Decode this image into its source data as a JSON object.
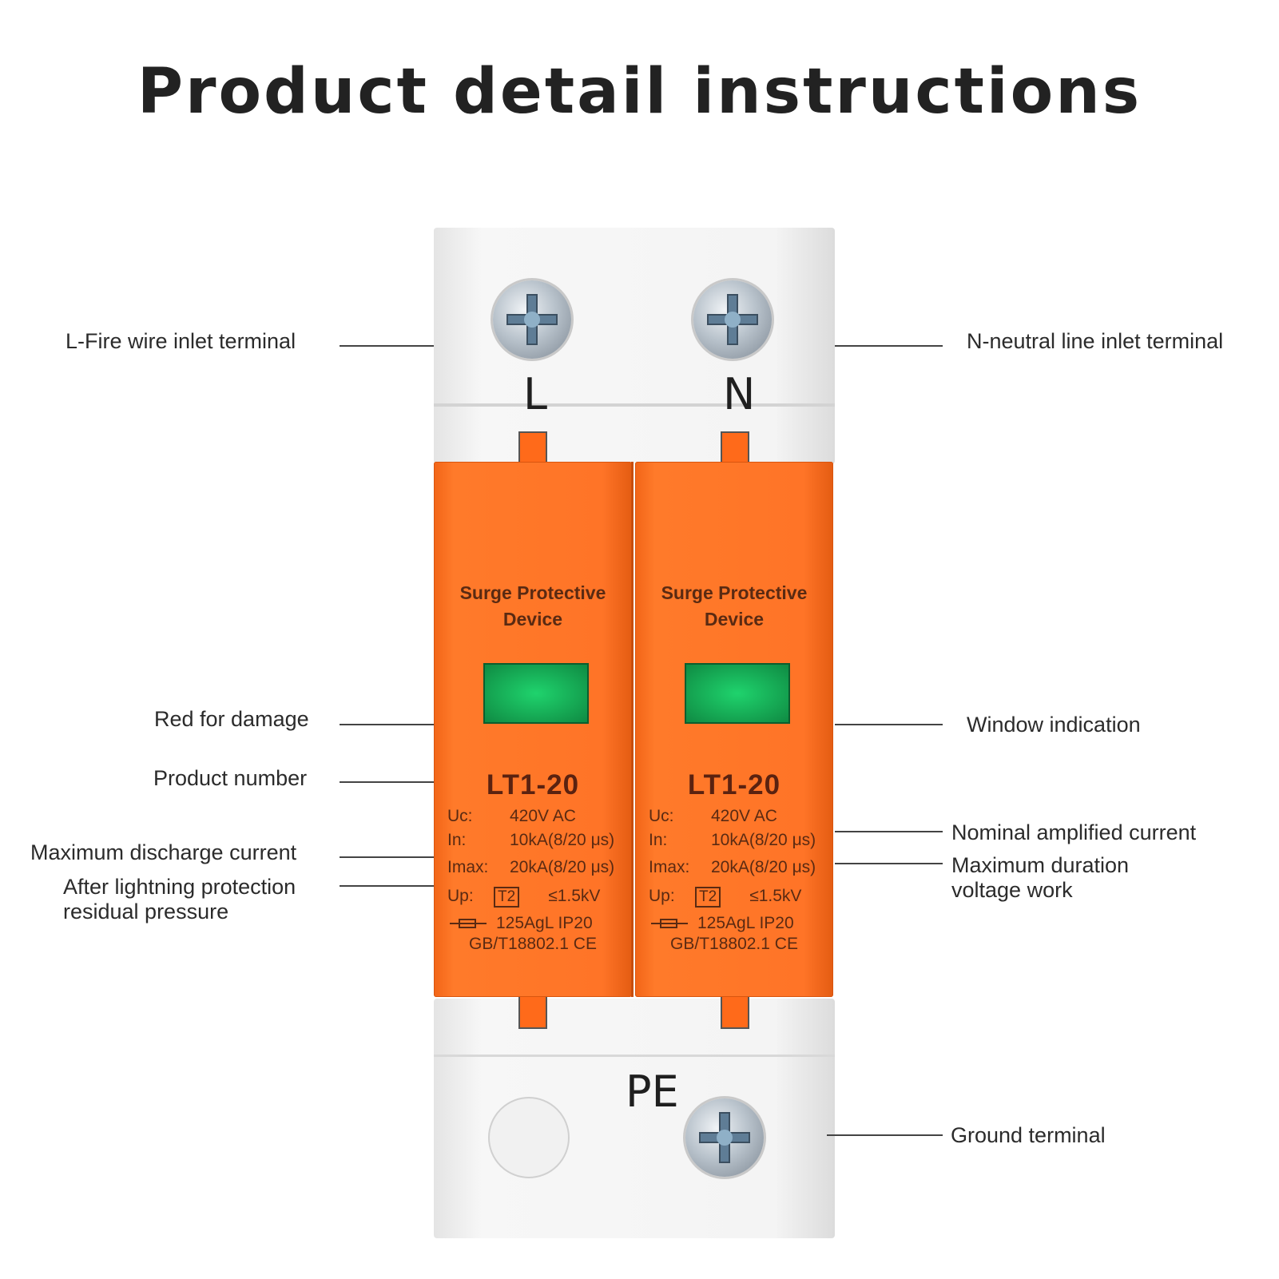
{
  "title": "Product detail instructions",
  "callouts": {
    "l_inlet": "L-Fire wire inlet terminal",
    "n_inlet": "N-neutral line inlet terminal",
    "red_damage": "Red for damage",
    "window_indication": "Window indication",
    "product_number": "Product number",
    "nominal_current": "Nominal amplified current",
    "max_discharge": "Maximum discharge current",
    "max_duration_line1": "Maximum duration",
    "max_duration_line2": "voltage work",
    "residual_line1": "After lightning protection",
    "residual_line2": "residual pressure",
    "ground_terminal": "Ground terminal"
  },
  "device": {
    "terminal_l": "L",
    "terminal_n": "N",
    "terminal_pe": "PE",
    "label_line1": "Surge Protective",
    "label_line2": "Device",
    "model": "LT1-20",
    "uc_key": "Uc:",
    "uc_val": "420V AC",
    "in_key": "In:",
    "in_val": "10kA(8/20 μs)",
    "imax_key": "Imax:",
    "imax_val": "20kA(8/20 μs)",
    "up_key": "Up:",
    "up_class": "T2",
    "up_val": "≤1.5kV",
    "fuse_text": "125AgL IP20",
    "standard": "GB/T18802.1 CE",
    "window_color": "#1fd36d",
    "body_color": "#ff7427"
  }
}
